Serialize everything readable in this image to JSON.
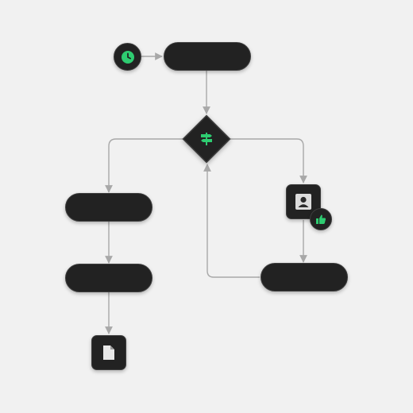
{
  "diagram": {
    "accent_color": "#2ecc71",
    "node_fill": "#222222",
    "connector_color": "#a8a8a8",
    "nodes": [
      {
        "id": "start",
        "kind": "event",
        "icon": "clock-icon"
      },
      {
        "id": "step-1",
        "kind": "pill",
        "label": ""
      },
      {
        "id": "decision",
        "kind": "gateway",
        "icon": "signpost-icon"
      },
      {
        "id": "step-left-1",
        "kind": "pill",
        "label": ""
      },
      {
        "id": "step-left-2",
        "kind": "pill",
        "label": ""
      },
      {
        "id": "document",
        "kind": "end",
        "icon": "document-icon"
      },
      {
        "id": "user-approval",
        "kind": "task",
        "icon": "user-icon",
        "badge_icon": "thumbs-up-icon"
      },
      {
        "id": "step-right",
        "kind": "pill",
        "label": ""
      }
    ],
    "edges": [
      {
        "from": "start",
        "to": "step-1"
      },
      {
        "from": "step-1",
        "to": "decision"
      },
      {
        "from": "decision",
        "to": "step-left-1"
      },
      {
        "from": "decision",
        "to": "user-approval"
      },
      {
        "from": "step-left-1",
        "to": "step-left-2"
      },
      {
        "from": "step-left-2",
        "to": "document"
      },
      {
        "from": "user-approval",
        "to": "step-right"
      },
      {
        "from": "step-right",
        "to": "decision"
      }
    ]
  }
}
